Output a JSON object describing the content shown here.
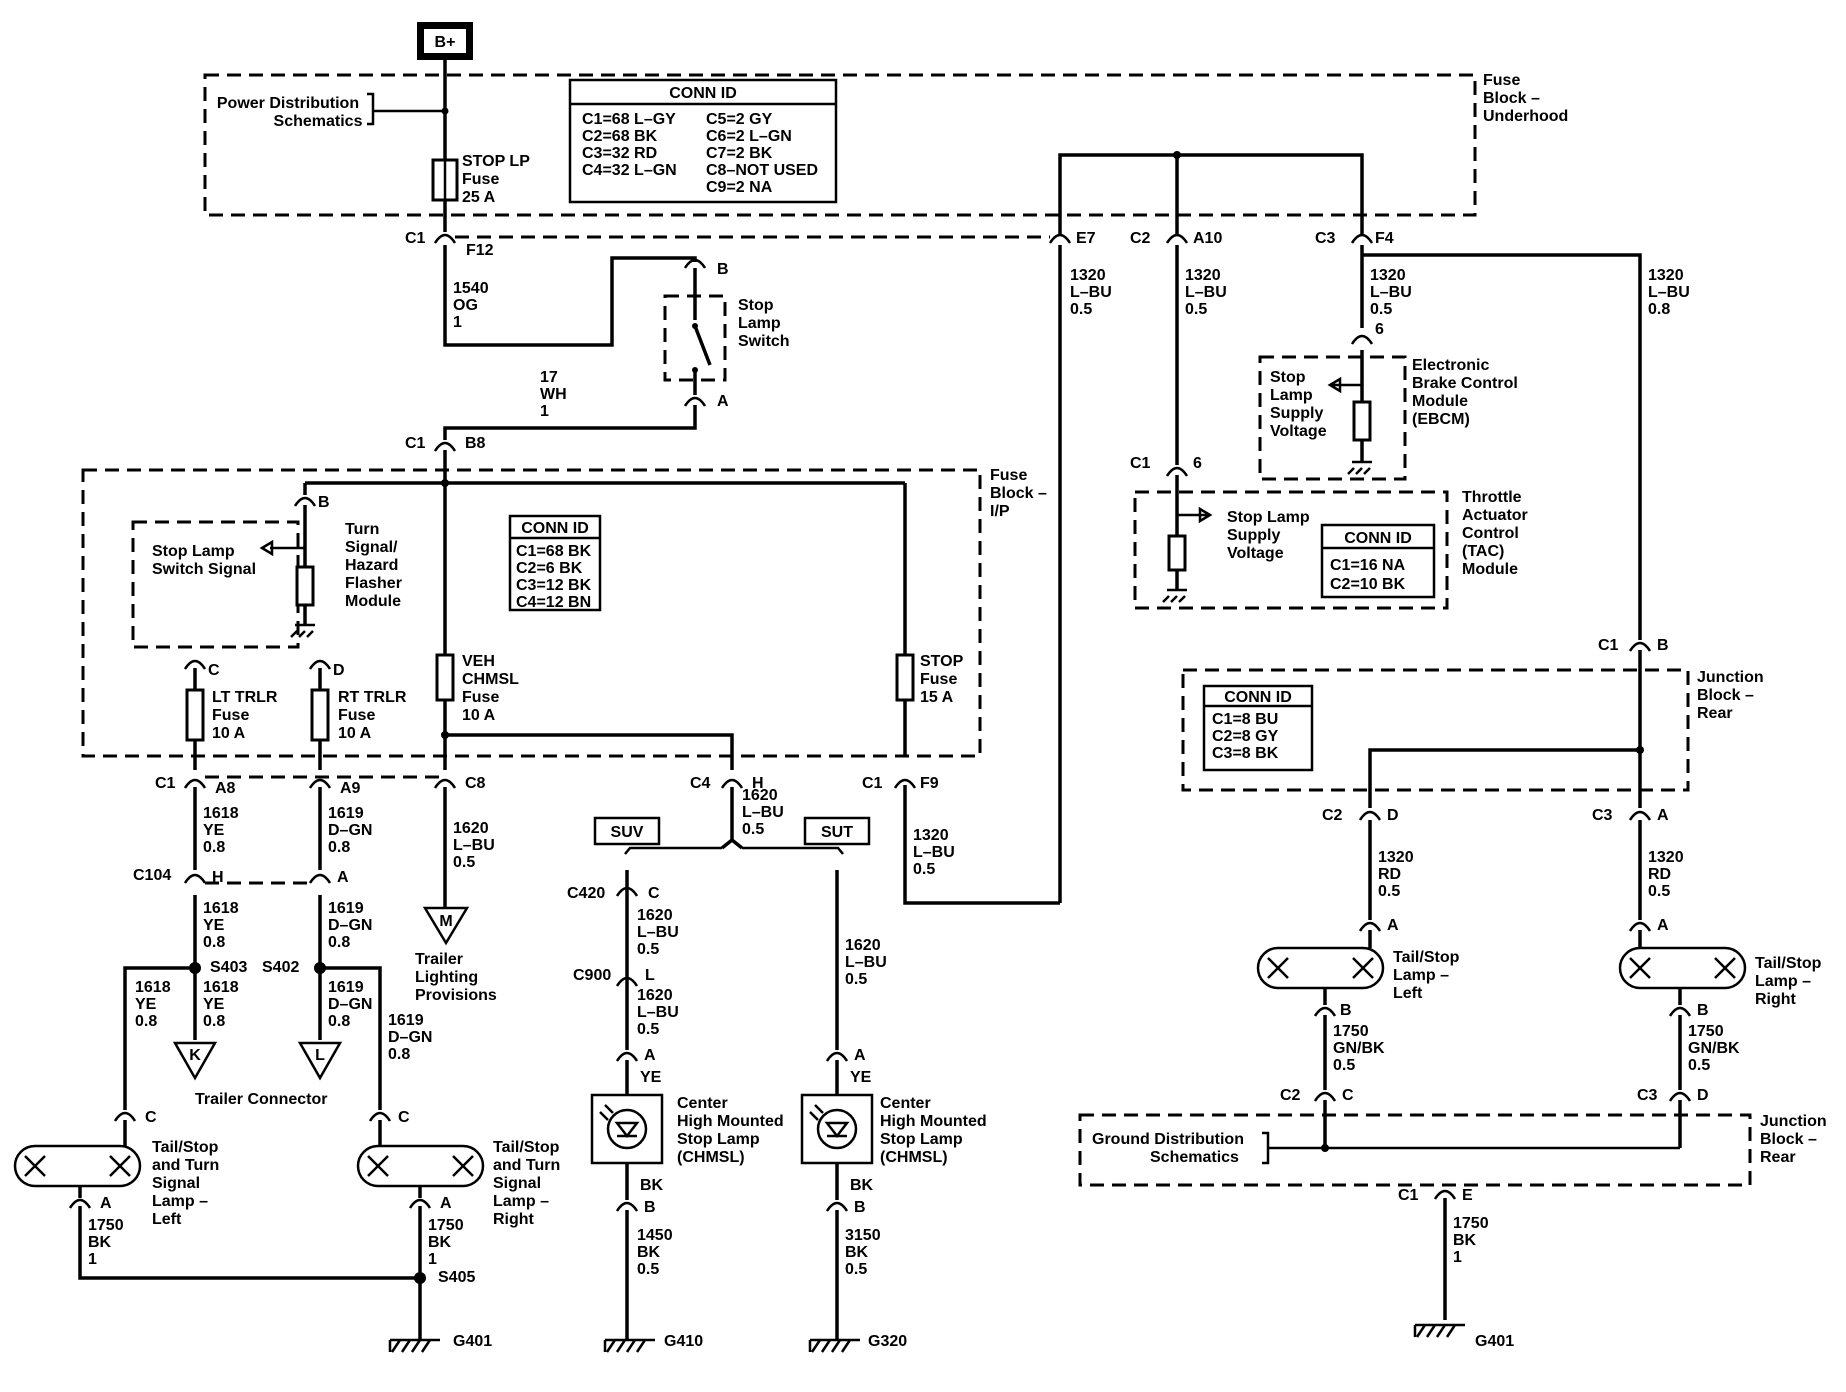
{
  "power": {
    "label": "B+"
  },
  "fuse_block_underhood": {
    "l1": "Fuse",
    "l2": "Block –",
    "l3": "Underhood",
    "pd_l1": "Power Distribution",
    "pd_l2": "Schematics",
    "conn_title": "CONN ID",
    "conn_left": [
      "C1=68 L–GY",
      "C2=68 BK",
      "C3=32 RD",
      "C4=32 L–GN"
    ],
    "conn_right": [
      "C5=2 GY",
      "C6=2 L–GN",
      "C7=2 BK",
      "C8–NOT USED",
      "C9=2 NA"
    ]
  },
  "stop_lp_fuse": {
    "l1": "STOP LP",
    "l2": "Fuse",
    "l3": "25 A"
  },
  "stop_lamp_switch": {
    "l1": "Stop",
    "l2": "Lamp",
    "l3": "Switch"
  },
  "ebcm": {
    "l1": "Electronic",
    "l2": "Brake Control",
    "l3": "Module",
    "l4": "(EBCM)",
    "sig1": "Stop",
    "sig2": "Lamp",
    "sig3": "Supply",
    "sig4": "Voltage"
  },
  "tac": {
    "l1": "Throttle",
    "l2": "Actuator",
    "l3": "Control",
    "l4": "(TAC)",
    "l5": "Module",
    "sig1": "Stop Lamp",
    "sig2": "Supply",
    "sig3": "Voltage",
    "conn_title": "CONN ID",
    "conn": [
      "C1=16 NA",
      "C2=10 BK"
    ]
  },
  "fuse_block_ip": {
    "l1": "Fuse",
    "l2": "Block –",
    "l3": "I/P",
    "conn_title": "CONN ID",
    "conn": [
      "C1=68 BK",
      "C2=6 BK",
      "C3=12 BK",
      "C4=12 BN"
    ]
  },
  "flasher": {
    "l1": "Turn",
    "l2": "Signal/",
    "l3": "Hazard",
    "l4": "Flasher",
    "l5": "Module",
    "sig1": "Stop Lamp",
    "sig2": "Switch Signal"
  },
  "fuses_ip": {
    "lt": {
      "l1": "LT TRLR",
      "l2": "Fuse",
      "l3": "10 A"
    },
    "rt": {
      "l1": "RT TRLR",
      "l2": "Fuse",
      "l3": "10 A"
    },
    "veh": {
      "l1": "VEH",
      "l2": "CHMSL",
      "l3": "Fuse",
      "l4": "10 A"
    },
    "stop": {
      "l1": "STOP",
      "l2": "Fuse",
      "l3": "15 A"
    }
  },
  "junction_block_rear": {
    "l1": "Junction",
    "l2": "Block –",
    "l3": "Rear",
    "conn_title": "CONN ID",
    "conn": [
      "C1=8 BU",
      "C2=8 GY",
      "C3=8 BK"
    ]
  },
  "junction_block_rear2": {
    "l1": "Junction",
    "l2": "Block –",
    "l3": "Rear",
    "gd1": "Ground Distribution",
    "gd2": "Schematics"
  },
  "variants": {
    "suv": "SUV",
    "sut": "SUT"
  },
  "trailer": {
    "connector": "Trailer Connector",
    "tlp1": "Trailer",
    "tlp2": "Lighting",
    "tlp3": "Provisions",
    "k": "K",
    "l": "L",
    "m": "M"
  },
  "lamps": {
    "ts_left": [
      "Tail/Stop",
      "and Turn",
      "Signal",
      "Lamp –",
      "Left"
    ],
    "ts_right": [
      "Tail/Stop",
      "and Turn",
      "Signal",
      "Lamp –",
      "Right"
    ],
    "chmsl": [
      "Center",
      "High Mounted",
      "Stop Lamp",
      "(CHMSL)"
    ],
    "rear_left": [
      "Tail/Stop",
      "Lamp –",
      "Left"
    ],
    "rear_right": [
      "Tail/Stop",
      "Lamp –",
      "Right"
    ]
  },
  "grounds": {
    "g401": "G401",
    "g410": "G410",
    "g320": "G320"
  },
  "splices": {
    "s403": "S403",
    "s402": "S402",
    "s405": "S405"
  },
  "labels": [
    {
      "id": "c1_f12_c",
      "t": "C1"
    },
    {
      "id": "c1_f12_p",
      "t": "F12"
    },
    {
      "id": "e7",
      "t": "E7"
    },
    {
      "id": "c2a",
      "t": "C2"
    },
    {
      "id": "a10",
      "t": "A10"
    },
    {
      "id": "c3a",
      "t": "C3"
    },
    {
      "id": "f4",
      "t": "F4"
    },
    {
      "id": "sw_b",
      "t": "B"
    },
    {
      "id": "sw_a",
      "t": "A"
    },
    {
      "id": "ebcm_6",
      "t": "6"
    },
    {
      "id": "tac_c1",
      "t": "C1"
    },
    {
      "id": "tac_6",
      "t": "6"
    },
    {
      "id": "c1_b8_c",
      "t": "C1"
    },
    {
      "id": "c1_b8_p",
      "t": "B8"
    },
    {
      "id": "fl_b",
      "t": "B"
    },
    {
      "id": "fl_c",
      "t": "C"
    },
    {
      "id": "fl_d",
      "t": "D"
    },
    {
      "id": "c1_a8_c",
      "t": "C1"
    },
    {
      "id": "a8",
      "t": "A8"
    },
    {
      "id": "a9",
      "t": "A9"
    },
    {
      "id": "c8",
      "t": "C8"
    },
    {
      "id": "c4",
      "t": "C4"
    },
    {
      "id": "h",
      "t": "H"
    },
    {
      "id": "c1f9",
      "t": "C1"
    },
    {
      "id": "f9",
      "t": "F9"
    },
    {
      "id": "c104",
      "t": "C104"
    },
    {
      "id": "c104h",
      "t": "H"
    },
    {
      "id": "c104a",
      "t": "A"
    },
    {
      "id": "c420",
      "t": "C420"
    },
    {
      "id": "c420c",
      "t": "C"
    },
    {
      "id": "c900",
      "t": "C900"
    },
    {
      "id": "c900l",
      "t": "L"
    },
    {
      "id": "lt_c",
      "t": "C"
    },
    {
      "id": "rt_c",
      "t": "C"
    },
    {
      "id": "lt_a",
      "t": "A"
    },
    {
      "id": "rt_a",
      "t": "A"
    },
    {
      "id": "ch1_a",
      "t": "A"
    },
    {
      "id": "ch1_ye",
      "t": "YE"
    },
    {
      "id": "ch1_bk",
      "t": "BK"
    },
    {
      "id": "ch1_b",
      "t": "B"
    },
    {
      "id": "ch2_a",
      "t": "A"
    },
    {
      "id": "ch2_ye",
      "t": "YE"
    },
    {
      "id": "ch2_bk",
      "t": "BK"
    },
    {
      "id": "ch2_b",
      "t": "B"
    },
    {
      "id": "jb_c1",
      "t": "C1"
    },
    {
      "id": "jb_b",
      "t": "B"
    },
    {
      "id": "jb_c2",
      "t": "C2"
    },
    {
      "id": "jb_d",
      "t": "D"
    },
    {
      "id": "jb_c3",
      "t": "C3"
    },
    {
      "id": "jb_a",
      "t": "A"
    },
    {
      "id": "rl_a",
      "t": "A"
    },
    {
      "id": "rl_b",
      "t": "B"
    },
    {
      "id": "rr_a",
      "t": "A"
    },
    {
      "id": "rr_b",
      "t": "B"
    },
    {
      "id": "g_c2",
      "t": "C2"
    },
    {
      "id": "g_c",
      "t": "C"
    },
    {
      "id": "g_c3",
      "t": "C3"
    },
    {
      "id": "g_d",
      "t": "D"
    },
    {
      "id": "g_c1",
      "t": "C1"
    },
    {
      "id": "g_e",
      "t": "E"
    }
  ],
  "wires": [
    {
      "id": "w1540",
      "l": [
        "1540",
        "OG",
        "1"
      ]
    },
    {
      "id": "w17",
      "l": [
        "17",
        "WH",
        "1"
      ]
    },
    {
      "id": "w1320a",
      "l": [
        "1320",
        "L–BU",
        "0.5"
      ]
    },
    {
      "id": "w1320b",
      "l": [
        "1320",
        "L–BU",
        "0.5"
      ]
    },
    {
      "id": "w1320c",
      "l": [
        "1320",
        "L–BU",
        "0.5"
      ]
    },
    {
      "id": "w1320d",
      "l": [
        "1320",
        "L–BU",
        "0.8"
      ]
    },
    {
      "id": "w1618a",
      "l": [
        "1618",
        "YE",
        "0.8"
      ]
    },
    {
      "id": "w1619a",
      "l": [
        "1619",
        "D–GN",
        "0.8"
      ]
    },
    {
      "id": "w1620a",
      "l": [
        "1620",
        "L–BU",
        "0.5"
      ]
    },
    {
      "id": "w1620b",
      "l": [
        "1620",
        "L–BU",
        "0.5"
      ]
    },
    {
      "id": "w1320e",
      "l": [
        "1320",
        "L–BU",
        "0.5"
      ]
    },
    {
      "id": "w1618b",
      "l": [
        "1618",
        "YE",
        "0.8"
      ]
    },
    {
      "id": "w1619b",
      "l": [
        "1619",
        "D–GN",
        "0.8"
      ]
    },
    {
      "id": "w1618c",
      "l": [
        "1618",
        "YE",
        "0.8"
      ]
    },
    {
      "id": "w1618d",
      "l": [
        "1618",
        "YE",
        "0.8"
      ]
    },
    {
      "id": "w1619c",
      "l": [
        "1619",
        "D–GN",
        "0.8"
      ]
    },
    {
      "id": "w1619d",
      "l": [
        "1619",
        "D–GN",
        "0.8"
      ]
    },
    {
      "id": "w1620c",
      "l": [
        "1620",
        "L–BU",
        "0.5"
      ]
    },
    {
      "id": "w1620d",
      "l": [
        "1620",
        "L–BU",
        "0.5"
      ]
    },
    {
      "id": "w1620e",
      "l": [
        "1620",
        "L–BU",
        "0.5"
      ]
    },
    {
      "id": "w1750a",
      "l": [
        "1750",
        "BK",
        "1"
      ]
    },
    {
      "id": "w1750b",
      "l": [
        "1750",
        "BK",
        "1"
      ]
    },
    {
      "id": "w1450",
      "l": [
        "1450",
        "BK",
        "0.5"
      ]
    },
    {
      "id": "w3150",
      "l": [
        "3150",
        "BK",
        "0.5"
      ]
    },
    {
      "id": "w1320f",
      "l": [
        "1320",
        "RD",
        "0.5"
      ]
    },
    {
      "id": "w1320g",
      "l": [
        "1320",
        "RD",
        "0.5"
      ]
    },
    {
      "id": "w1750c",
      "l": [
        "1750",
        "GN/BK",
        "0.5"
      ]
    },
    {
      "id": "w1750d",
      "l": [
        "1750",
        "GN/BK",
        "0.5"
      ]
    },
    {
      "id": "w1750e",
      "l": [
        "1750",
        "BK",
        "1"
      ]
    }
  ]
}
